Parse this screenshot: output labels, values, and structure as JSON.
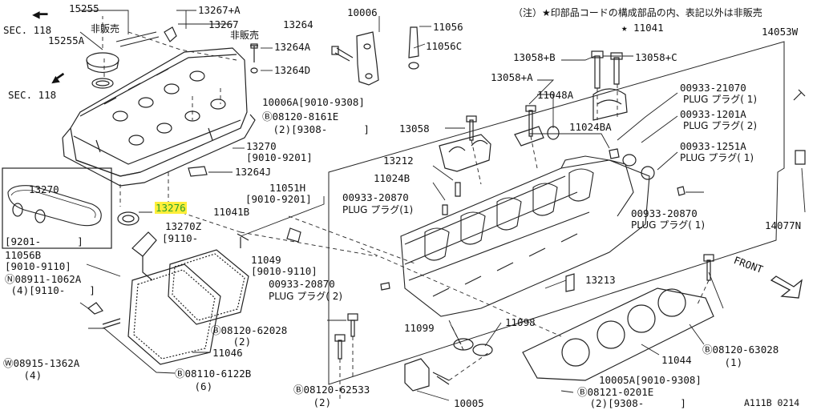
{
  "header_note": "（注）★印部品コードの構成部品の内、表記以外は非販売",
  "drawing_id": "A111B 0214",
  "front_label": "FRONT",
  "labels": [
    {
      "id": "l15255",
      "text": "15255"
    },
    {
      "id": "lsec118a",
      "text": "SEC. 118"
    },
    {
      "id": "lhihan1",
      "text": "非販売"
    },
    {
      "id": "l15255a",
      "text": "15255A"
    },
    {
      "id": "lsec118b",
      "text": "SEC. 118"
    },
    {
      "id": "l13267a",
      "text": "13267+A"
    },
    {
      "id": "l13267",
      "text": "13267"
    },
    {
      "id": "lhihan2",
      "text": "非販売"
    },
    {
      "id": "l13264",
      "text": "13264"
    },
    {
      "id": "l13264a",
      "text": "13264A"
    },
    {
      "id": "l13264d",
      "text": "13264D"
    },
    {
      "id": "l10006",
      "text": "10006"
    },
    {
      "id": "l10006a",
      "text": "10006A[9010-9308]"
    },
    {
      "id": "l08120_8161e",
      "text": "Ⓑ08120-8161E"
    },
    {
      "id": "l08120_8161e_q",
      "text": " (2)[9308-      ]"
    },
    {
      "id": "l13270a",
      "text": "13270"
    },
    {
      "id": "l13270a_r",
      "text": "[9010-9201]"
    },
    {
      "id": "l13264j",
      "text": "13264J"
    },
    {
      "id": "l13270b",
      "text": "13270"
    },
    {
      "id": "l9201",
      "text": "[9201-      ]"
    },
    {
      "id": "l13276",
      "text": "13276"
    },
    {
      "id": "l13270z",
      "text": "13270Z"
    },
    {
      "id": "l13270z_r",
      "text": "[9110-"
    },
    {
      "id": "l11056b",
      "text": "11056B"
    },
    {
      "id": "l11056b_r",
      "text": "[9010-9110]"
    },
    {
      "id": "l08911",
      "text": "Ⓝ08911-1062A"
    },
    {
      "id": "l08911_q",
      "text": " (4)[9110-    ]"
    },
    {
      "id": "l08915",
      "text": "Ⓦ08915-1362A"
    },
    {
      "id": "l08915_q",
      "text": " (4)"
    },
    {
      "id": "l08110",
      "text": "Ⓑ08110-6122B"
    },
    {
      "id": "l08110_q",
      "text": " (6)"
    },
    {
      "id": "l11046",
      "text": "11046"
    },
    {
      "id": "l08120_62028",
      "text": "Ⓑ08120-62028"
    },
    {
      "id": "l08120_62028_q",
      "text": " (2)"
    },
    {
      "id": "l11041b",
      "text": "11041B"
    },
    {
      "id": "l11049",
      "text": "11049"
    },
    {
      "id": "l11049_r",
      "text": "[9010-9110]"
    },
    {
      "id": "l11051h",
      "text": "11051H"
    },
    {
      "id": "l11051h_r",
      "text": "[9010-9201]"
    },
    {
      "id": "l11056",
      "text": "11056"
    },
    {
      "id": "l11056c",
      "text": "11056C"
    },
    {
      "id": "l11041",
      "text": "★ 11041"
    },
    {
      "id": "l14053w",
      "text": "14053W"
    },
    {
      "id": "l13058b",
      "text": "13058+B"
    },
    {
      "id": "l13058c",
      "text": "13058+C"
    },
    {
      "id": "l13058a",
      "text": "13058+A"
    },
    {
      "id": "l11048a",
      "text": "11048A"
    },
    {
      "id": "l13058",
      "text": "13058"
    },
    {
      "id": "l11024ba",
      "text": "11024BA"
    },
    {
      "id": "l13212",
      "text": "13212"
    },
    {
      "id": "l11024b",
      "text": "11024B"
    },
    {
      "id": "l00933_20870a",
      "text": "00933-20870"
    },
    {
      "id": "l00933_20870a_p",
      "text": "PLUG プラグ(1)"
    },
    {
      "id": "l00933_21070",
      "text": "00933-21070"
    },
    {
      "id": "l00933_21070_p",
      "text": "PLUG プラグ( 1)"
    },
    {
      "id": "l00933_1201a",
      "text": "00933-1201A"
    },
    {
      "id": "l00933_1201a_p",
      "text": "PLUG プラグ( 2)"
    },
    {
      "id": "l00933_1251a",
      "text": "00933-1251A"
    },
    {
      "id": "l00933_1251a_p",
      "text": "PLUG プラグ( 1)"
    },
    {
      "id": "l00933_20870b",
      "text": "00933-20870"
    },
    {
      "id": "l00933_20870b_p",
      "text": "PLUG プラグ( 1)"
    },
    {
      "id": "l14077n",
      "text": "14077N"
    },
    {
      "id": "l00933_20870c",
      "text": "00933-20870"
    },
    {
      "id": "l00933_20870c_p",
      "text": "PLUG プラグ( 2)"
    },
    {
      "id": "l13213",
      "text": "13213"
    },
    {
      "id": "l11099",
      "text": "11099"
    },
    {
      "id": "l11098",
      "text": "11098"
    },
    {
      "id": "l11044",
      "text": "11044"
    },
    {
      "id": "l08120_63028",
      "text": "Ⓑ08120-63028"
    },
    {
      "id": "l08120_63028_q",
      "text": " (1)"
    },
    {
      "id": "l08120_62533",
      "text": "Ⓑ08120-62533"
    },
    {
      "id": "l08120_62533_q",
      "text": " (2)"
    },
    {
      "id": "l10005",
      "text": "10005"
    },
    {
      "id": "l10005a",
      "text": "10005A[9010-9308]"
    },
    {
      "id": "l08121",
      "text": "Ⓑ08121-0201E"
    },
    {
      "id": "l08121_q",
      "text": " (2)[9308-      ]"
    }
  ]
}
